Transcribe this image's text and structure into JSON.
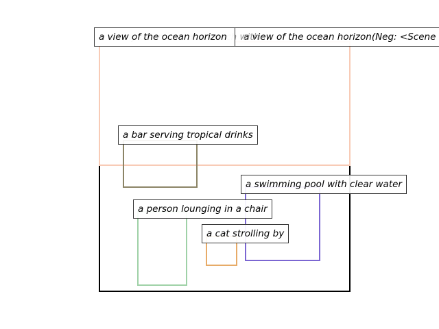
{
  "scene": {
    "border_color": "#000000",
    "label": "a view of the ocean horizon",
    "prompt_label": "a view of the ocean horizon(Neg: <Scene"
  },
  "regions": [
    {
      "id": "ocean",
      "label": "a view of the ocean horizon",
      "color": "#f8cbb6"
    },
    {
      "id": "bar",
      "label": "a bar serving tropical drinks",
      "color": "#8b8466"
    },
    {
      "id": "pool",
      "label": "a swimming pool with clear water",
      "color": "#7b66d2"
    },
    {
      "id": "person",
      "label": "a person lounging in a chair",
      "color": "#9fd1a7"
    },
    {
      "id": "cat",
      "label": "a cat strolling by",
      "color": "#e7ab68"
    }
  ],
  "ghost_text": "a sunny afternoon at a beach with"
}
